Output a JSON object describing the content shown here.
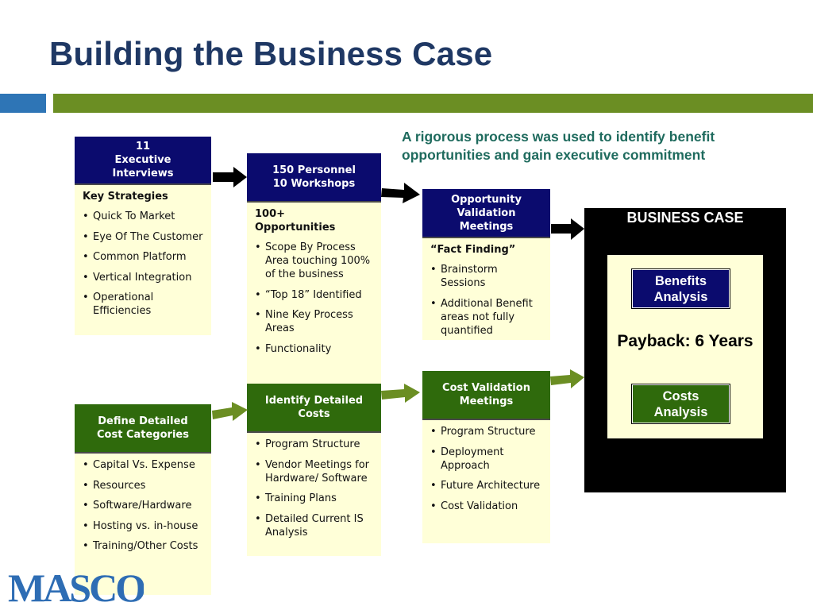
{
  "title": "Building the Business Case",
  "tagline": "A rigorous process was used to identify benefit opportunities and gain executive commitment",
  "colors": {
    "navy": "#0b0b6e",
    "green": "#2f6a0c",
    "note_bg": "#ffffd8",
    "title": "#1f3864",
    "accent_bar": "#6b8e23"
  },
  "boxes": {
    "exec": {
      "header": "11\nExecutive\nInterviews",
      "lead": "Key Strategies",
      "items": [
        "Quick To Market",
        "Eye Of The Customer",
        "Common Platform",
        "Vertical Integration",
        "Operational Efficiencies"
      ]
    },
    "personnel": {
      "header": "150 Personnel\n10  Workshops",
      "lead": "100+\nOpportunities",
      "items": [
        "Scope By Process Area touching 100% of the business",
        "“Top 18” Identified",
        "Nine Key Process Areas",
        "Functionality"
      ]
    },
    "opportunity": {
      "header": "Opportunity\nValidation\nMeetings",
      "lead": "“Fact Finding”",
      "items": [
        "Brainstorm Sessions",
        "Additional Benefit areas not fully quantified"
      ]
    },
    "define": {
      "header": "Define Detailed\nCost Categories",
      "items": [
        "Capital Vs. Expense",
        "Resources",
        "Software/Hardware",
        "Hosting vs. in-house",
        "Training/Other Costs"
      ]
    },
    "identify": {
      "header": "Identify Detailed\nCosts",
      "items": [
        "Program Structure",
        "Vendor Meetings for Hardware/ Software",
        "Training Plans",
        "Detailed Current IS Analysis"
      ]
    },
    "costval": {
      "header": "Cost Validation\nMeetings",
      "items": [
        "Program Structure",
        "Deployment Approach",
        "Future Architecture",
        "Cost Validation"
      ]
    }
  },
  "business_case": {
    "title": "BUSINESS CASE",
    "benefits": "Benefits\nAnalysis",
    "payback": "Payback: 6 Years",
    "costs": "Costs\nAnalysis"
  },
  "logo_text": "MASCO"
}
